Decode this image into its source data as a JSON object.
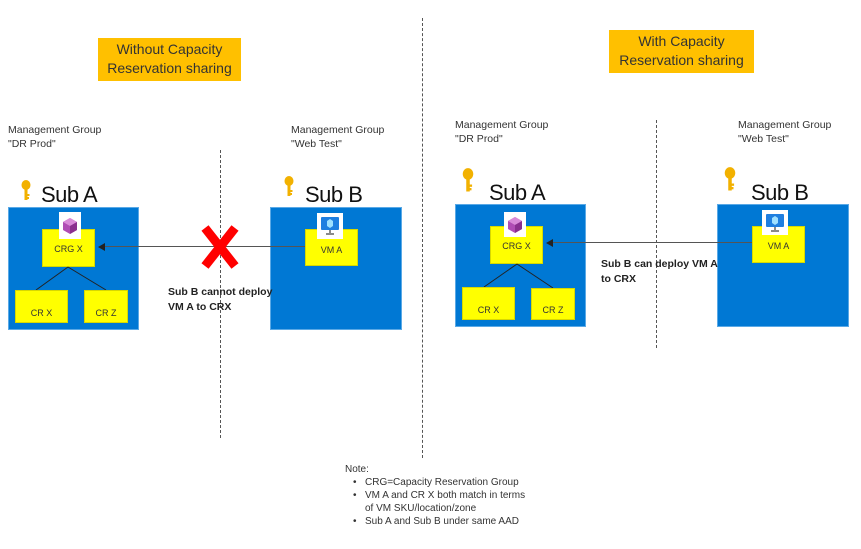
{
  "left_panel": {
    "title": "Without Capacity Reservation sharing",
    "title_line1": "Without Capacity",
    "title_line2": "Reservation sharing",
    "sub_a": {
      "mg_line1": "Management Group",
      "mg_line2": "\"DR Prod\"",
      "name": "Sub A",
      "crg_label": "CRG X",
      "cr_items": [
        "CR X",
        "CR Z"
      ]
    },
    "sub_b": {
      "mg_line1": "Management Group",
      "mg_line2": "\"Web Test\"",
      "name": "Sub B",
      "vm_label": "VM A"
    },
    "message_line1": "Sub B cannot deploy",
    "message_line2": "VM A to CRX",
    "status": "blocked"
  },
  "right_panel": {
    "title": "With Capacity Reservation sharing",
    "title_line1": "With Capacity",
    "title_line2": "Reservation sharing",
    "sub_a": {
      "mg_line1": "Management Group",
      "mg_line2": "\"DR Prod\"",
      "name": "Sub A",
      "crg_label": "CRG X",
      "cr_items": [
        "CR X",
        "CR Z"
      ]
    },
    "sub_b": {
      "mg_line1": "Management Group",
      "mg_line2": "\"Web Test\"",
      "name": "Sub B",
      "vm_label": "VM A"
    },
    "message_line1": "Sub B can deploy VM A",
    "message_line2": "to CRX",
    "status": "allowed"
  },
  "note": {
    "heading": "Note:",
    "items": [
      "CRG=Capacity Reservation Group",
      "VM A and CR X both match in terms of VM SKU/location/zone",
      "Sub A and Sub B under same AAD"
    ],
    "item2_line1": "VM A and CR X both match in terms",
    "item2_line2": "of VM SKU/location/zone"
  },
  "icons": {
    "subscription": "key-icon",
    "crg": "capacity-reservation-group-icon",
    "vm": "virtual-machine-icon",
    "blocked": "red-x-icon"
  },
  "colors": {
    "title_bg": "#ffc000",
    "subscription_bg": "#0078d4",
    "resource_bg": "#ffff00",
    "blocked": "#ff0000",
    "key": "#f2b100"
  }
}
